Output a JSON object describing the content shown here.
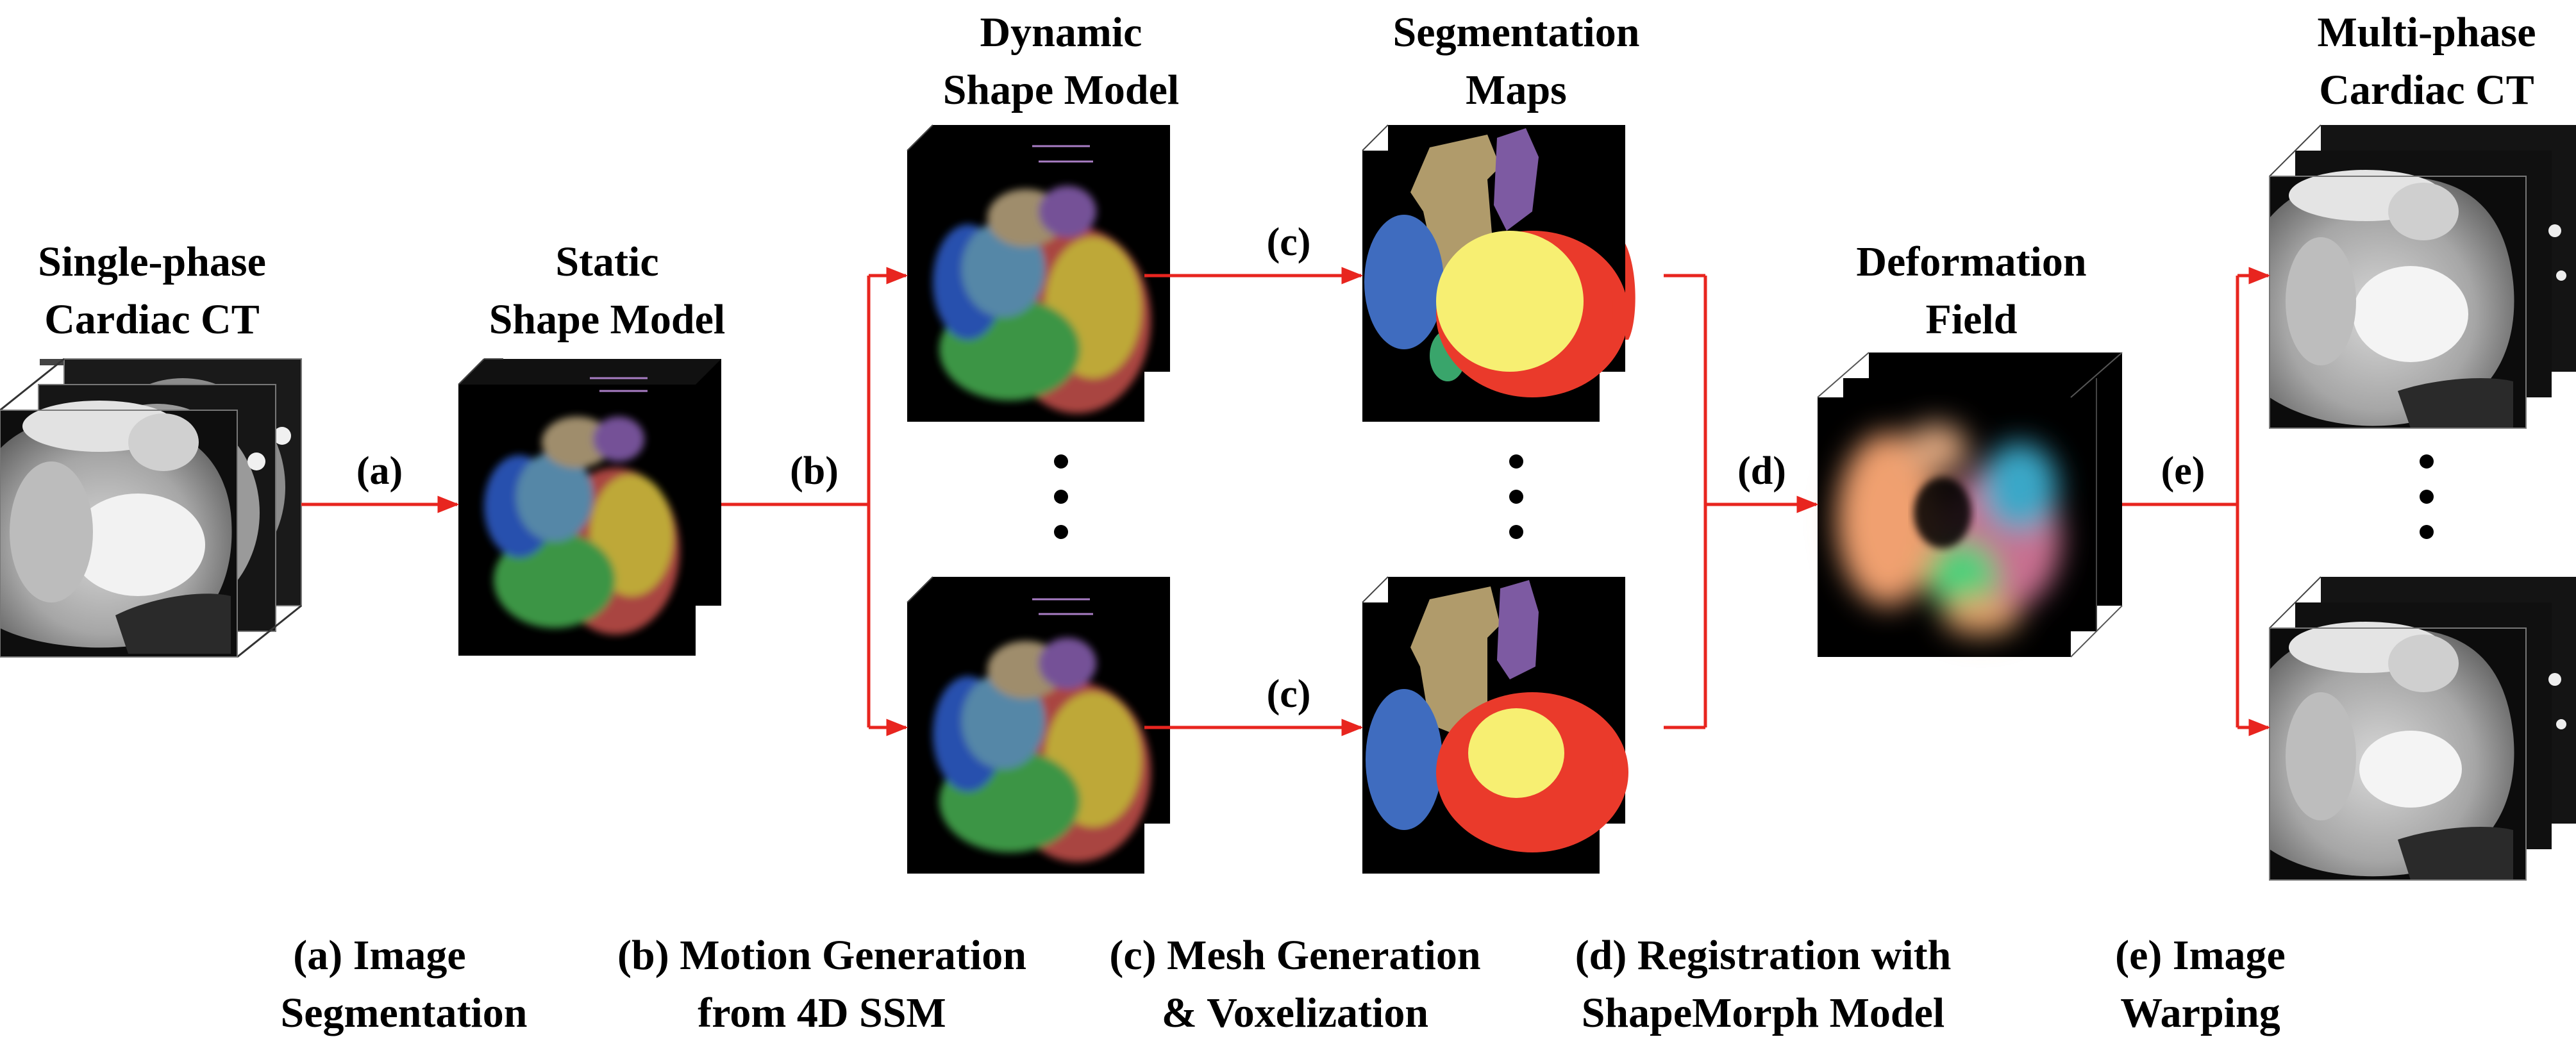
{
  "stages": {
    "input": {
      "title": [
        "Single-phase",
        "Cardiac CT"
      ]
    },
    "static": {
      "title": [
        "Static",
        "Shape Model"
      ]
    },
    "dynamic": {
      "title": [
        "Dynamic",
        "Shape Model"
      ]
    },
    "segmaps": {
      "title": [
        "Segmentation",
        "Maps"
      ]
    },
    "deform": {
      "title": [
        "Deformation",
        "Field"
      ]
    },
    "output": {
      "title": [
        "Multi-phase",
        "Cardiac CT"
      ]
    }
  },
  "arrows": {
    "a": "(a)",
    "b": "(b)",
    "c_top": "(c)",
    "c_bottom": "(c)",
    "d": "(d)",
    "e": "(e)"
  },
  "captions": {
    "a": [
      "(a) Image",
      "Segmentation"
    ],
    "b": [
      "(b) Motion Generation",
      "from 4D SSM"
    ],
    "c": [
      "(c) Mesh Generation",
      "& Voxelization"
    ],
    "d": [
      "(d) Registration with",
      "ShapeMorph Model"
    ],
    "e": [
      "(e) Image",
      "Warping"
    ]
  },
  "colors": {
    "arrow": "#e8251f",
    "seg_blue": "#3f6cbf",
    "seg_tan": "#b09b6b",
    "seg_purple": "#7d5aa2",
    "seg_red": "#ea3a2b",
    "seg_yellow": "#f7ef72",
    "seg_green": "#39a56b",
    "volume_black": "#000000"
  }
}
